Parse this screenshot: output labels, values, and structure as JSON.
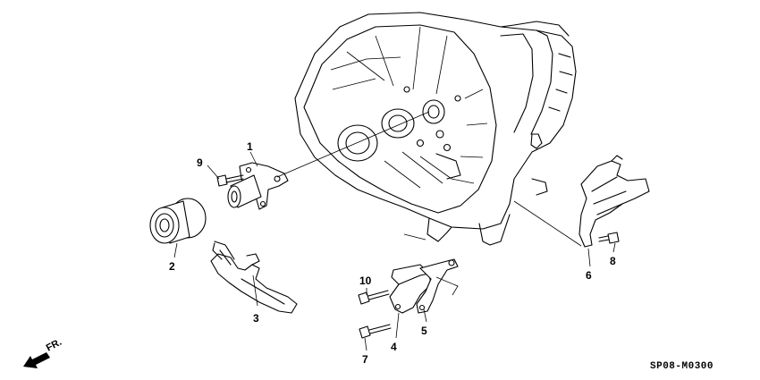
{
  "callouts": [
    {
      "id": "1",
      "text": "1"
    },
    {
      "id": "2",
      "text": "2"
    },
    {
      "id": "3",
      "text": "3"
    },
    {
      "id": "4",
      "text": "4"
    },
    {
      "id": "5",
      "text": "5"
    },
    {
      "id": "6",
      "text": "6"
    },
    {
      "id": "7",
      "text": "7"
    },
    {
      "id": "8",
      "text": "8"
    },
    {
      "id": "9",
      "text": "9"
    },
    {
      "id": "10",
      "text": "10"
    }
  ],
  "diagram_code": "SP08-M0300",
  "direction_indicator": "FR."
}
